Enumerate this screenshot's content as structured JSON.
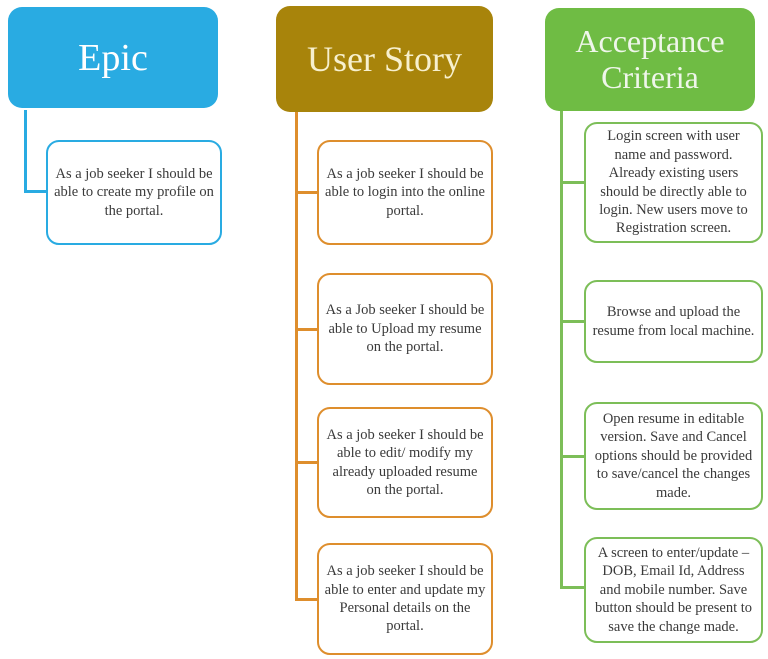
{
  "diagram": {
    "background": "#FFFFFF",
    "body_text_color": "#3A3A3A",
    "columns": [
      {
        "id": "epic",
        "title": "Epic",
        "header_color": "#29ABE2",
        "title_color": "#FFFFFF",
        "card_border_color": "#29ABE2",
        "connector_color": "#29ABE2",
        "cards": [
          "As a job seeker I should be able to create my profile on the portal."
        ]
      },
      {
        "id": "user-story",
        "title": "User Story",
        "header_color": "#A8840B",
        "title_color": "#F7F0CE",
        "card_border_color": "#DE8E2D",
        "connector_color": "#DE8E2D",
        "cards": [
          "As a job seeker I should be able to login into the online portal.",
          "As a Job seeker I should be able to Upload my resume on the portal.",
          "As a job seeker I should be able to edit/ modify my already uploaded resume on the portal.",
          "As a job seeker I should be able to enter and update my Personal details on the portal."
        ]
      },
      {
        "id": "acceptance-criteria",
        "title": "Acceptance Criteria",
        "header_color": "#6FBC44",
        "title_color": "#EFF6EA",
        "card_border_color": "#7CBE58",
        "connector_color": "#7CBE58",
        "cards": [
          "Login screen with user name and password. Already existing users should be directly able to login. New users move to Registration screen.",
          "Browse and upload the resume from local machine.",
          "Open resume in editable version. Save and Cancel options should be provided to save/cancel the changes made.",
          "A screen to enter/update – DOB, Email Id, Address and mobile number. Save button should be present to save the change made."
        ]
      }
    ]
  }
}
